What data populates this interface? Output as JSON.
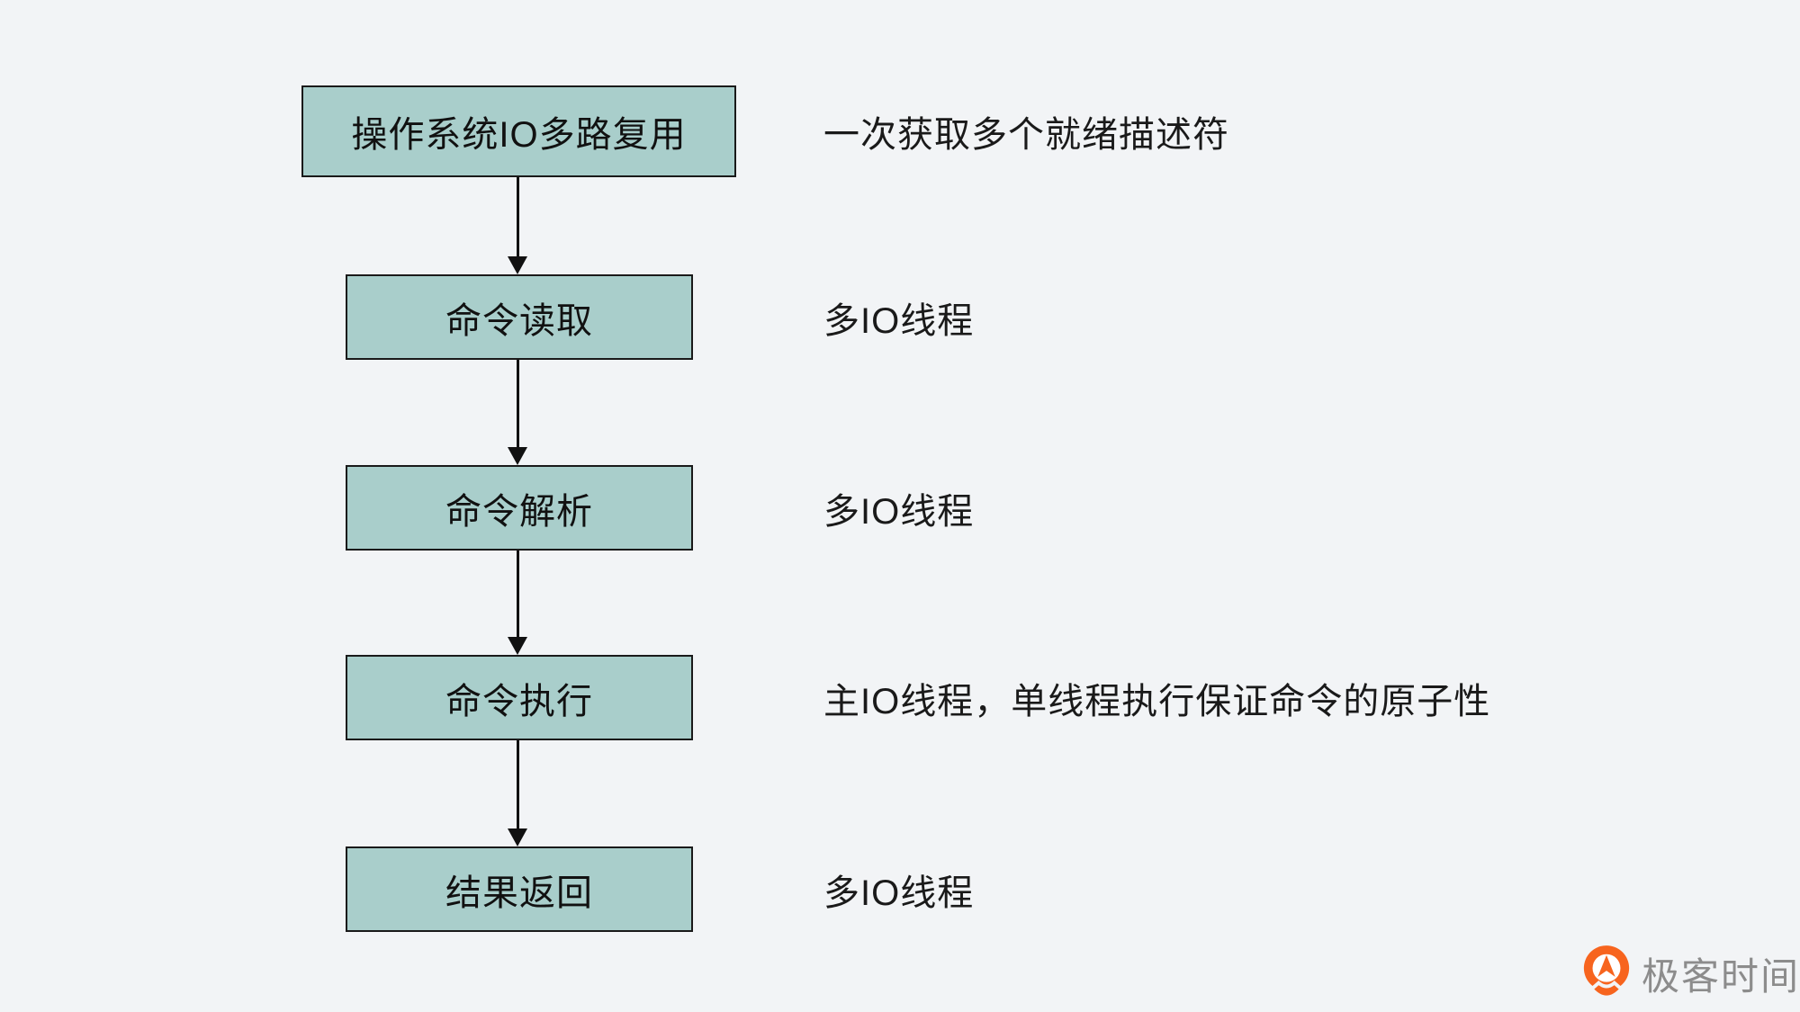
{
  "canvas": {
    "background_color": "#f2f4f6"
  },
  "flowchart": {
    "box_fill_color": "#a9cecb",
    "box_border_color": "#1a1a1a",
    "arrow_color": "#111111",
    "steps": [
      {
        "label": "操作系统IO多路复用",
        "annotation": "一次获取多个就绪描述符"
      },
      {
        "label": "命令读取",
        "annotation": "多IO线程"
      },
      {
        "label": "命令解析",
        "annotation": "多IO线程"
      },
      {
        "label": "命令执行",
        "annotation": "主IO线程，单线程执行保证命令的原子性"
      },
      {
        "label": "结果返回",
        "annotation": "多IO线程"
      }
    ]
  },
  "watermark": {
    "brand": "极客时间",
    "accent_color": "#f7641e",
    "text_color": "#8c8c8c"
  }
}
